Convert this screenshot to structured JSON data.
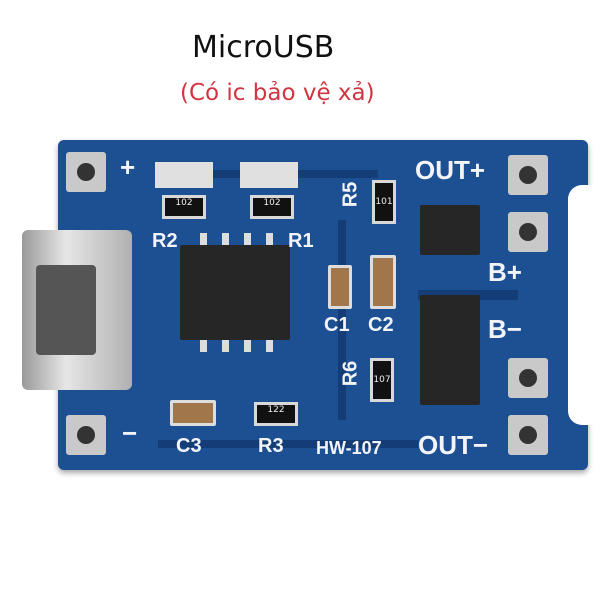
{
  "title": "MicroUSB",
  "subtitle": "(Có ic bảo vệ xả)",
  "board": {
    "model": "HW-107",
    "labels": {
      "plus": "+",
      "minus": "−",
      "out_plus": "OUT+",
      "out_minus": "OUT−",
      "b_plus": "B+",
      "b_minus": "B−",
      "r1": "R1",
      "r2": "R2",
      "r3": "R3",
      "r5": "R5",
      "r6": "R6",
      "c1": "C1",
      "c2": "C2",
      "c3": "C3"
    },
    "resistor_codes": {
      "r2": "102",
      "r1": "102",
      "r5": "101",
      "r3": "122",
      "r6": "107"
    },
    "colors": {
      "pcb": "#1d4f93",
      "title": "#111111",
      "subtitle": "#d23440"
    }
  }
}
